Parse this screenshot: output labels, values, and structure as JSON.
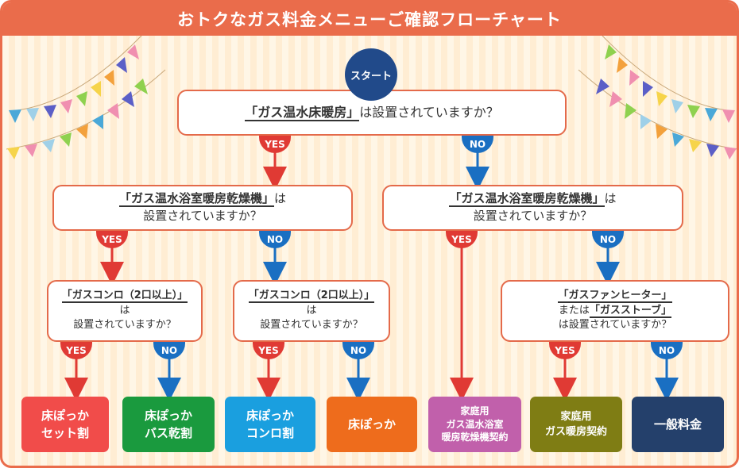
{
  "header": {
    "title": "おトクなガス料金メニューご確認フローチャート"
  },
  "start": {
    "label": "スタート"
  },
  "questions": {
    "q1": {
      "term": "「ガス温水床暖房」",
      "rest": "は設置されていますか？"
    },
    "q2_left": {
      "term": "「ガス温水浴室暖房乾燥機」",
      "rest_inline": "は",
      "line2": "設置されていますか？"
    },
    "q2_right": {
      "term": "「ガス温水浴室暖房乾燥機」",
      "rest_inline": "は",
      "line2": "設置されていますか？"
    },
    "q3_a": {
      "term": "「ガスコンロ（2口以上）」",
      "line2": "は",
      "line3": "設置されていますか？"
    },
    "q3_b": {
      "term": "「ガスコンロ（2口以上）」",
      "line2": "は",
      "line3": "設置されていますか？"
    },
    "q3_c": {
      "term1": "「ガスファンヒーター」",
      "pre2": "または",
      "term2": "「ガスストーブ」",
      "line3": "は設置されていますか？"
    }
  },
  "tags": {
    "yes": "YES",
    "no": "NO"
  },
  "results": [
    {
      "line1": "床ぽっか",
      "line2": "セット割",
      "color": "#f14c4a"
    },
    {
      "line1": "床ぽっか",
      "line2": "バス乾割",
      "color": "#1a9a3e"
    },
    {
      "line1": "床ぽっか",
      "line2": "コンロ割",
      "color": "#1a9fdf"
    },
    {
      "line1": "床ぽっか",
      "line2": "",
      "color": "#ee6c1c"
    },
    {
      "line1": "家庭用",
      "line2": "ガス温水浴室",
      "line3": "暖房乾燥機契約",
      "color": "#c160ab"
    },
    {
      "line1": "家庭用",
      "line2": "ガス暖房契約",
      "color": "#7f7d14"
    },
    {
      "line1": "一般料金",
      "line2": "",
      "color": "#24406b"
    }
  ],
  "colors": {
    "accent": "#ea6c4b",
    "yes": "#e03a34",
    "no": "#1a6fc2",
    "start": "#214a8a"
  }
}
